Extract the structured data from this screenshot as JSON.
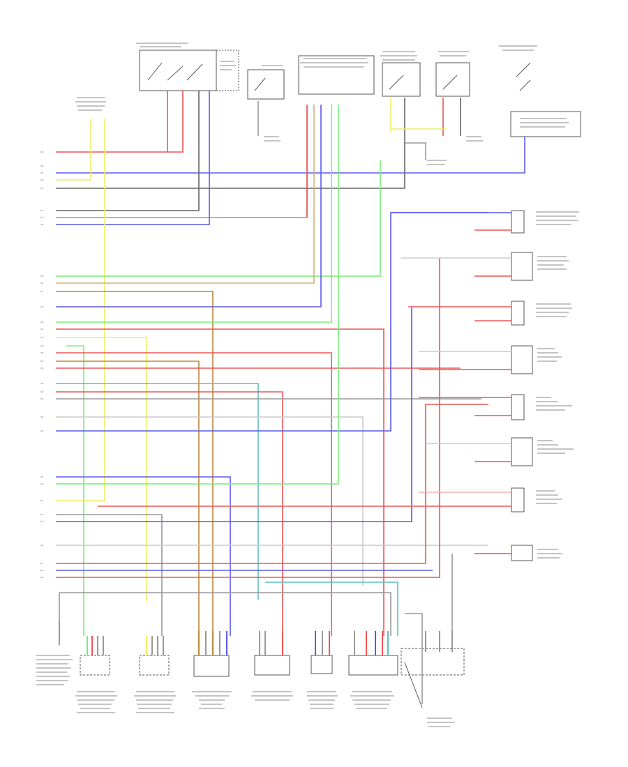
{
  "diagram": {
    "footer_code": "",
    "wire_colors": {
      "red": "#ee5555",
      "blue": "#5a5aee",
      "yellow": "#eeee66",
      "green": "#77ee77",
      "brown": "#b98a3a",
      "black": "#666666",
      "gray": "#cccccc",
      "pink": "#f0b0b0"
    },
    "components": [
      {
        "id": "ecm",
        "label": ""
      },
      {
        "id": "sensor-1",
        "label": ""
      },
      {
        "id": "sensor-2",
        "label": ""
      },
      {
        "id": "sensor-3",
        "label": ""
      },
      {
        "id": "sensor-4",
        "label": ""
      },
      {
        "id": "sensor-5",
        "label": ""
      },
      {
        "id": "sensor-6",
        "label": ""
      },
      {
        "id": "sensor-7",
        "label": ""
      },
      {
        "id": "sensor-8",
        "label": ""
      },
      {
        "id": "connector-1",
        "label": ""
      },
      {
        "id": "connector-2",
        "label": ""
      },
      {
        "id": "connector-3",
        "label": ""
      },
      {
        "id": "connector-4",
        "label": ""
      },
      {
        "id": "connector-5",
        "label": ""
      },
      {
        "id": "connector-6",
        "label": ""
      },
      {
        "id": "connector-7",
        "label": ""
      }
    ]
  }
}
